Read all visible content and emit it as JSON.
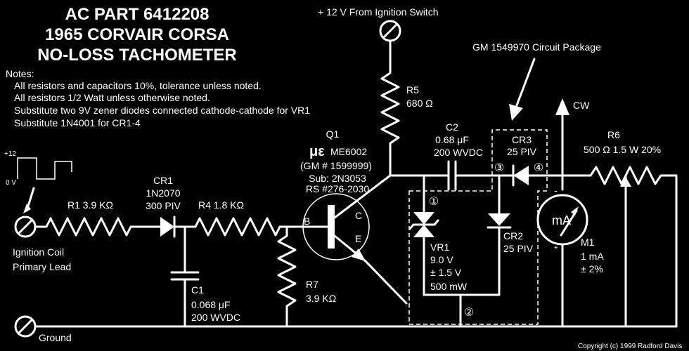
{
  "title": {
    "line1": "AC PART 6412208",
    "line2": "1965 CORVAIR CORSA",
    "line3": "NO-LOSS TACHOMETER"
  },
  "notes": {
    "heading": "Notes:",
    "items": [
      "All resistors and capacitors 10%, tolerance unless noted.",
      "All resistors 1/2 Watt unless otherwise noted.",
      "Substitute two 9V zener diodes connected cathode-cathode for VR1",
      "Substitute 1N4001 for CR1-4"
    ]
  },
  "supply": "+ 12 V From Ignition Switch",
  "package_label": "GM 1549970 Circuit Package",
  "waveform": {
    "high": "+12",
    "low": "0 V"
  },
  "input": {
    "line1": "Ignition Coil",
    "line2": "Primary Lead"
  },
  "ground": "Ground",
  "cw": "CW",
  "components": {
    "r1": "R1 3.9 KΩ",
    "cr1": {
      "name": "CR1",
      "part": "1N2070",
      "rating": "300 PIV"
    },
    "r4": "R4 1.8 KΩ",
    "c1": {
      "name": "C1",
      "value": "0.068 μF",
      "rating": "200 WVDC"
    },
    "r7": {
      "name": "R7",
      "value": "3.9 KΩ"
    },
    "q1": {
      "name": "Q1",
      "logo": "με",
      "part": "ME6002",
      "gm": "(GM # 1599999)",
      "sub": "Sub: 2N3053",
      "rs": "RS #276-2030",
      "b": "B",
      "c": "C",
      "e": "E"
    },
    "r5": {
      "name": "R5",
      "value": "680 Ω"
    },
    "c2": {
      "name": "C2",
      "value": "0.68 μF",
      "rating": "200 WVDC"
    },
    "cr3": {
      "name": "CR3",
      "rating": "25 PIV"
    },
    "cr2": {
      "name": "CR2",
      "rating": "25 PIV"
    },
    "vr1": {
      "name": "VR1",
      "voltage": "9.0 V",
      "tolerance": "± 1.5 V",
      "power": "500 mW"
    },
    "r6": {
      "name": "R6",
      "value": "500 Ω  1.5 W  20%"
    },
    "m1": {
      "name": "M1",
      "value": "1 mA",
      "tolerance": "± 2%",
      "symbol": "mA",
      "minus": "-",
      "plus": "+"
    }
  },
  "nodes": [
    "①",
    "②",
    "③",
    "④"
  ],
  "copyright": "Copyright (c) 1999 Radford Davis"
}
